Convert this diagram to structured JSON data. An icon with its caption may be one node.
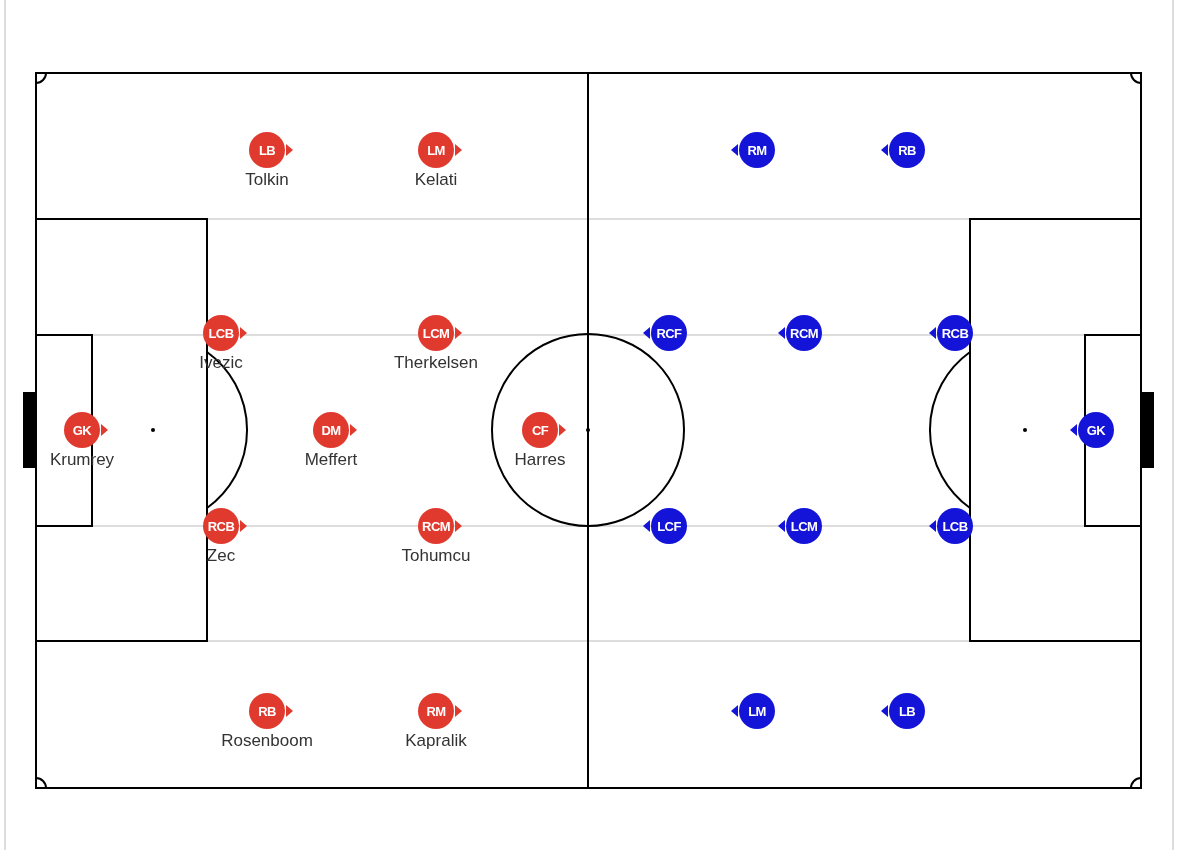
{
  "diagram": {
    "nodes": [
      {
        "text": [
          "GK"
        ],
        "beside": [
          "Krumrey"
        ]
      },
      {
        "text": [
          "LCB"
        ],
        "beside": [
          "Ivezic"
        ]
      },
      {
        "text": [
          "RCB"
        ],
        "beside": [
          "Zec"
        ]
      },
      {
        "text": [
          "LB"
        ],
        "beside": [
          "Tolkin"
        ]
      },
      {
        "text": [
          "RB"
        ],
        "beside": [
          "Rosenboom"
        ]
      },
      {
        "text": [
          "DM"
        ],
        "beside": [
          "Meffert"
        ]
      },
      {
        "text": [
          "LM"
        ],
        "beside": [
          "Kelati"
        ]
      },
      {
        "text": [
          "LCM"
        ],
        "beside": [
          "Therkelsen"
        ]
      },
      {
        "text": [
          "RCM"
        ],
        "beside": [
          "Tohumcu"
        ]
      },
      {
        "text": [
          "RM"
        ],
        "beside": [
          "Kapralik"
        ]
      },
      {
        "text": [
          "CF"
        ],
        "beside": [
          "Harres"
        ]
      },
      {
        "text": [
          "RCF"
        ]
      },
      {
        "text": [
          "LCF"
        ]
      },
      {
        "text": [
          "RM"
        ]
      },
      {
        "text": [
          "LM"
        ]
      },
      {
        "text": [
          "RCM"
        ]
      },
      {
        "text": [
          "LCM"
        ]
      },
      {
        "text": [
          "RB"
        ]
      },
      {
        "text": [
          "LB"
        ]
      },
      {
        "text": [
          "RCB"
        ]
      },
      {
        "text": [
          "LCB"
        ]
      },
      {
        "text": [
          "GK"
        ]
      }
    ]
  }
}
